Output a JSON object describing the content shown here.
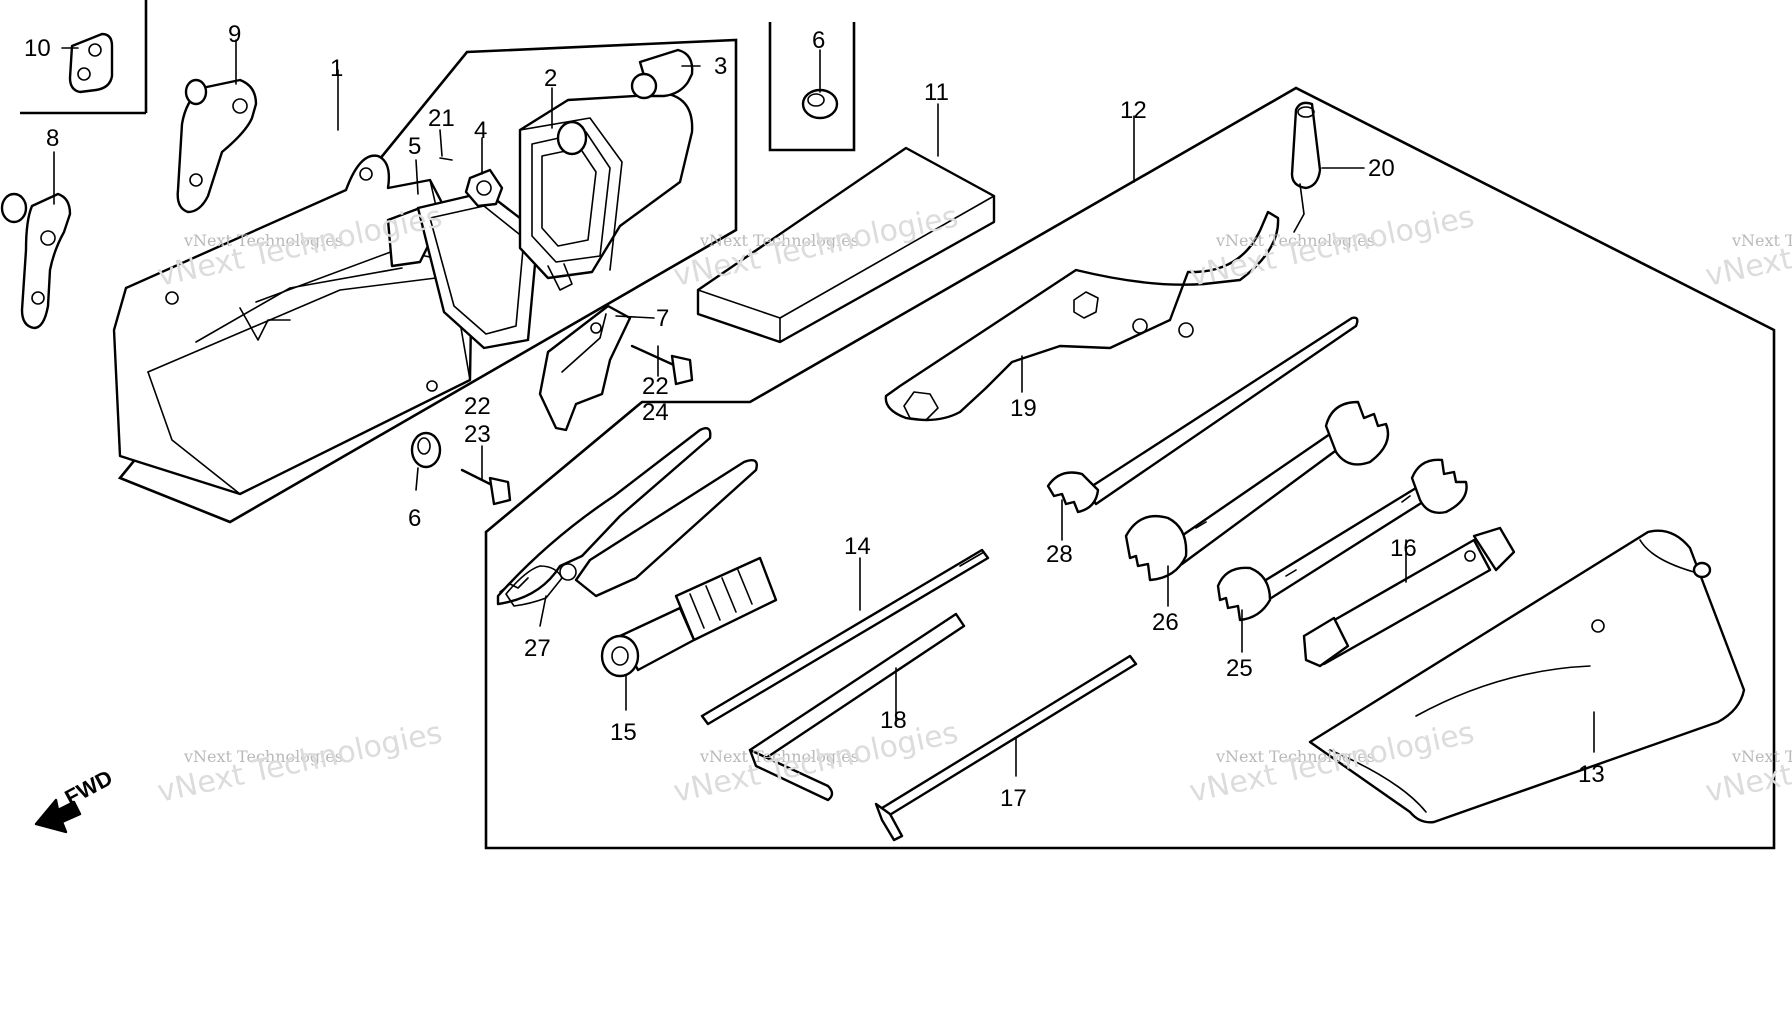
{
  "callouts": {
    "c1": "1",
    "c2": "2",
    "c3": "3",
    "c4": "4",
    "c5": "5",
    "c6a": "6",
    "c6b": "6",
    "c7": "7",
    "c8": "8",
    "c9": "9",
    "c10": "10",
    "c11": "11",
    "c12": "12",
    "c13": "13",
    "c14": "14",
    "c15": "15",
    "c16": "16",
    "c17": "17",
    "c18": "18",
    "c19": "19",
    "c20": "20",
    "c21": "21",
    "c22a": "22",
    "c22b": "22",
    "c23": "23",
    "c24": "24",
    "c25": "25",
    "c26": "26",
    "c27": "27",
    "c28": "28"
  },
  "fwd_label": "FWD",
  "watermark": {
    "line1": "vNext Technologies",
    "line2": "vNext Technologies"
  },
  "colors": {
    "ink": "#000000",
    "watermark": "#c8c8c8",
    "background": "#ffffff"
  }
}
